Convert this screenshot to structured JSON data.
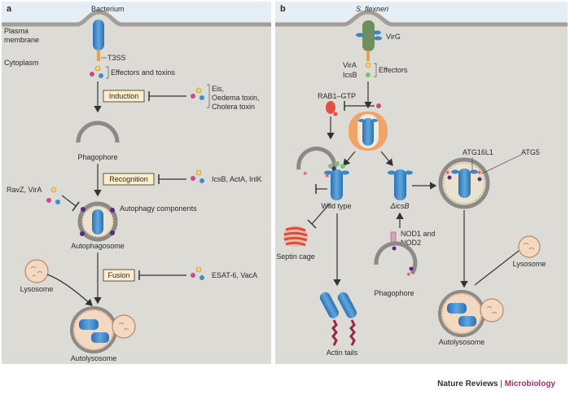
{
  "panel_a": {
    "letter": "a",
    "bacterium": "Bacterium",
    "plasma_membrane_1": "Plasma",
    "plasma_membrane_2": "membrane",
    "cytoplasm": "Cytoplasm",
    "t3ss": "T3SS",
    "effectors": "Effectors and toxins",
    "induction": "Induction",
    "induction_inhibitors": [
      "Eis,",
      "Oedema toxin,",
      "Cholera toxin"
    ],
    "phagophore": "Phagophore",
    "recognition": "Recognition",
    "recognition_inhibitors": "IcsB, ActA, InlK",
    "ravz": "RavZ, VirA",
    "autophagy_components": "Autophagy components",
    "autophagosome": "Autophagosome",
    "lysosome": "Lysosome",
    "fusion": "Fusion",
    "fusion_inhibitors": "ESAT-6, VacA",
    "autolysosome": "Autolysosome"
  },
  "panel_b": {
    "letter": "b",
    "sflexneri": "S. flexneri",
    "virg": "VirG",
    "vira": "VirA",
    "icsb": "IcsB",
    "effectors": "Effectors",
    "rab1": "RAB1–GTP",
    "wild_type": "Wild type",
    "delta_icsb": "ΔicsB",
    "atg16l1": "ATG16L1",
    "atg5": "ATG5",
    "nod_1": "NOD1 and",
    "nod_2": "NOD2",
    "septin": "Septin cage",
    "phagophore": "Phagophore",
    "lysosome": "Lysosome",
    "actin": "Actin tails",
    "autolysosome": "Autolysosome"
  },
  "credit": {
    "publisher": "Nature Reviews",
    "separator": " | ",
    "journal": "Microbiology"
  },
  "colors": {
    "panel_bg": "#dcdbd6",
    "membrane_bg": "#e4ecf3",
    "bacterium": "#3a85c4",
    "orange": "#f0a468",
    "box_fill": "#fdeec9",
    "septin_red": "#d94b3f",
    "actin": "#9a2747"
  }
}
